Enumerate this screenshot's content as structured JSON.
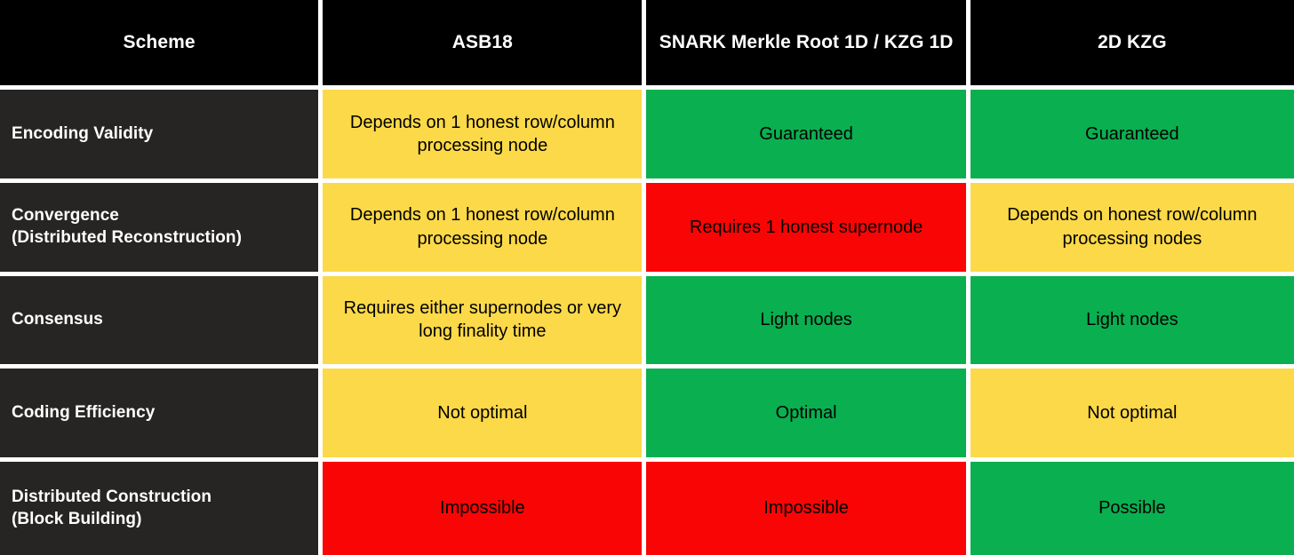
{
  "table": {
    "columns": [
      {
        "key": "scheme",
        "label": "Scheme"
      },
      {
        "key": "asb18",
        "label": "ASB18"
      },
      {
        "key": "snark1d",
        "label": "SNARK Merkle Root 1D / KZG 1D"
      },
      {
        "key": "kzg2d",
        "label": "2D KZG"
      }
    ],
    "colors": {
      "header_bg": "#000000",
      "rowlabel_bg": "#262523",
      "header_text": "#ffffff",
      "rowlabel_text": "#ffffff",
      "cell_text": "#000000",
      "gutter": "#ffffff",
      "yellow": "#FCD948",
      "green": "#0AAF50",
      "red": "#FA0505"
    },
    "rows": [
      {
        "label": "Encoding Validity",
        "cells": [
          {
            "text": "Depends on 1 honest row/column processing node",
            "status": "yellow"
          },
          {
            "text": "Guaranteed",
            "status": "green"
          },
          {
            "text": "Guaranteed",
            "status": "green"
          }
        ]
      },
      {
        "label": "Convergence (Distributed Reconstruction)",
        "label_line1": "Convergence",
        "label_line2": "(Distributed Reconstruction)",
        "cells": [
          {
            "text": "Depends on 1 honest row/column processing node",
            "status": "yellow"
          },
          {
            "text": "Requires 1 honest supernode",
            "status": "red"
          },
          {
            "text": "Depends on honest row/column processing nodes",
            "status": "yellow"
          }
        ]
      },
      {
        "label": "Consensus",
        "cells": [
          {
            "text": "Requires either supernodes or very long finality time",
            "status": "yellow"
          },
          {
            "text": "Light nodes",
            "status": "green"
          },
          {
            "text": "Light nodes",
            "status": "green"
          }
        ]
      },
      {
        "label": "Coding Efficiency",
        "cells": [
          {
            "text": "Not optimal",
            "status": "yellow"
          },
          {
            "text": "Optimal",
            "status": "green"
          },
          {
            "text": "Not optimal",
            "status": "yellow"
          }
        ]
      },
      {
        "label": "Distributed Construction (Block Building)",
        "label_line1": "Distributed Construction",
        "label_line2": "(Block Building)",
        "cells": [
          {
            "text": "Impossible",
            "status": "red"
          },
          {
            "text": "Impossible",
            "status": "red"
          },
          {
            "text": "Possible",
            "status": "green"
          }
        ]
      }
    ]
  }
}
